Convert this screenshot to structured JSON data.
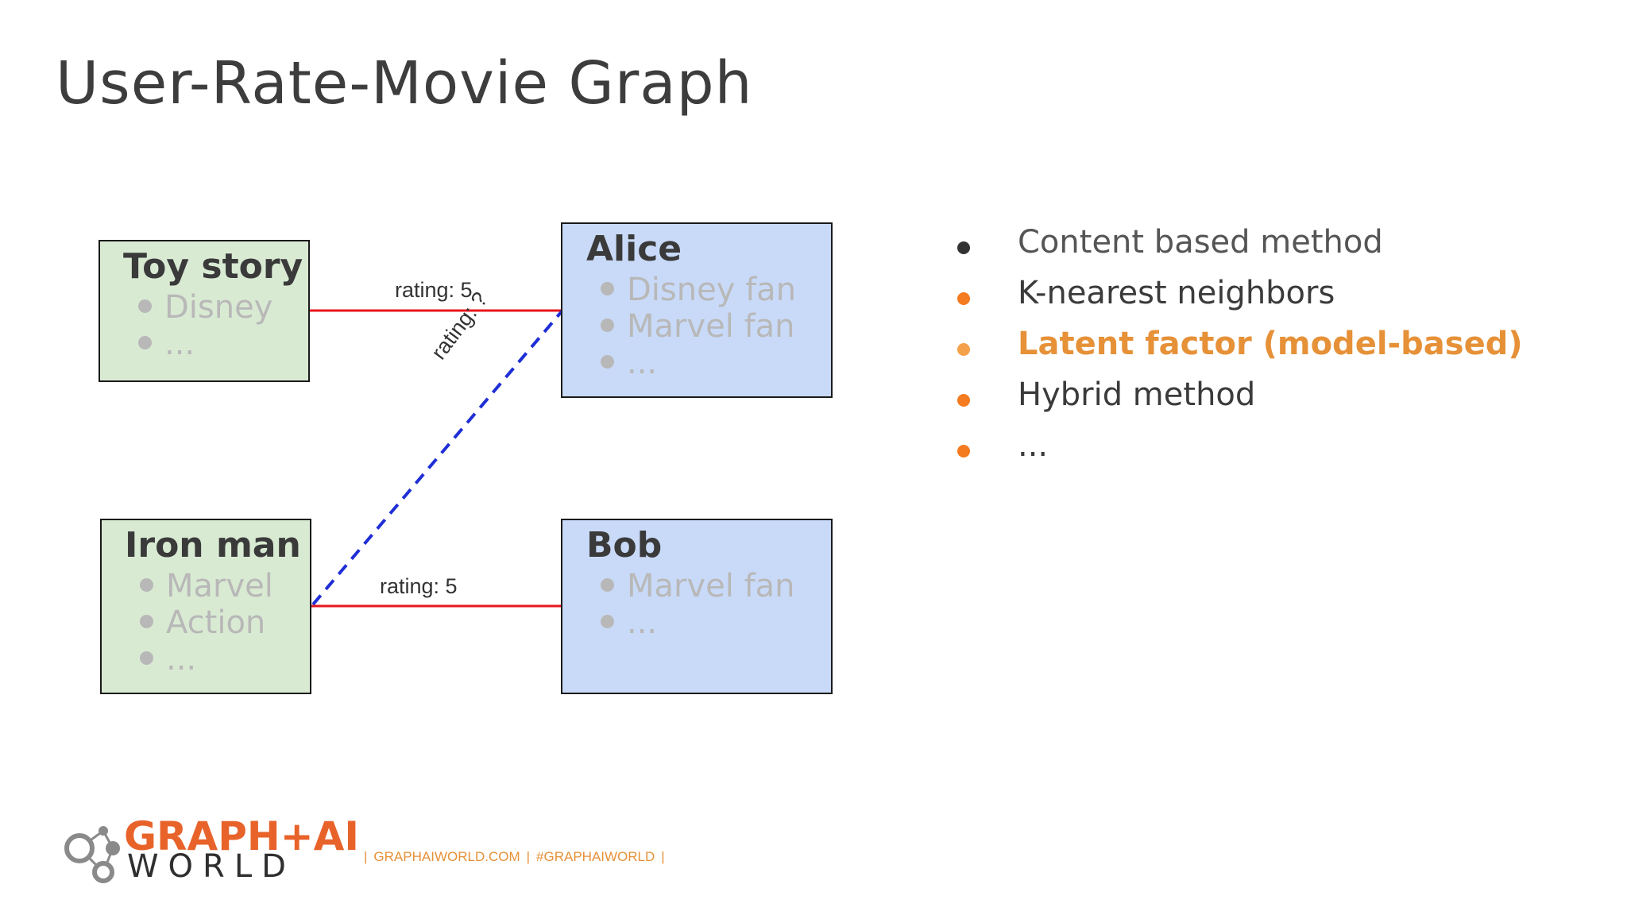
{
  "slide": {
    "title": "User-Rate-Movie Graph"
  },
  "graph": {
    "nodes": {
      "toy_story": {
        "title": "Toy story",
        "attrs": [
          "Disney",
          "..."
        ]
      },
      "iron_man": {
        "title": "Iron man",
        "attrs": [
          "Marvel",
          "Action",
          "..."
        ]
      },
      "alice": {
        "title": "Alice",
        "attrs": [
          "Disney fan",
          "Marvel fan",
          "..."
        ]
      },
      "bob": {
        "title": "Bob",
        "attrs": [
          "Marvel fan",
          "..."
        ]
      }
    },
    "edges": {
      "toy_alice": {
        "label": "rating: 5",
        "color": "#e8141c",
        "style": "solid"
      },
      "iron_bob": {
        "label": "rating: 5",
        "color": "#e8141c",
        "style": "solid"
      },
      "iron_alice": {
        "label": "rating: ?",
        "color": "#1f2fd6",
        "style": "dashed"
      }
    },
    "colors": {
      "movie_fill": "#d9ead3",
      "user_fill": "#c9daf8"
    }
  },
  "methods": {
    "items": [
      {
        "label": "Content based method",
        "dot_color": "#333333"
      },
      {
        "label": "K-nearest neighbors",
        "dot_color": "#f57b20"
      },
      {
        "label": "Latent factor (model-based)",
        "dot_color": "#f5a04a",
        "highlight": true
      },
      {
        "label": "Hybrid method",
        "dot_color": "#f57b20"
      },
      {
        "label": "...",
        "dot_color": "#f57b20"
      }
    ]
  },
  "footer": {
    "logo_line1": "GRAPH+AI",
    "logo_line2": "WORLD",
    "left_bar": "|",
    "website": "GRAPHAIWORLD.COM",
    "mid_bar": "|",
    "hashtag": "#GRAPHAIWORLD",
    "right_bar": "|",
    "brand_color": "#e8632a"
  }
}
